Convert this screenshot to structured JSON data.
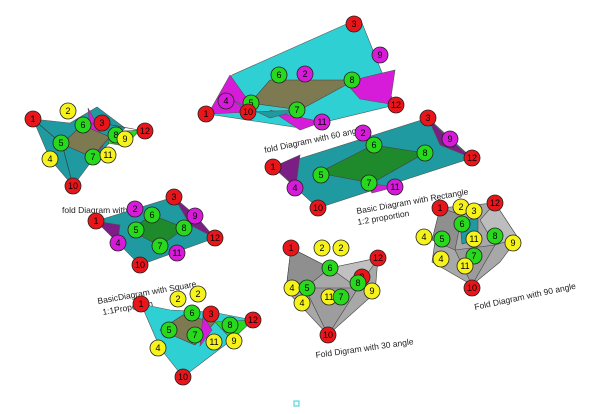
{
  "colors": {
    "red": "#e8161b",
    "yellow": "#f6f21c",
    "green": "#27d81d",
    "magenta": "#d61cd9",
    "cyan": "#2fd0d4",
    "teal": "#1f9aa0",
    "darkgreen": "#1f8a2c",
    "olive": "#7d7a52",
    "grey": "#a8a8a8",
    "darkgrey": "#777777",
    "purple": "#7b1f86"
  },
  "figures": [
    {
      "id": "fold-60-small",
      "caption": [
        "fold Diagram with 60 angle"
      ],
      "nodes": [
        {
          "label": "1",
          "fill": "red"
        },
        {
          "label": "2",
          "fill": "yellow"
        },
        {
          "label": "6",
          "fill": "green"
        },
        {
          "label": "3",
          "fill": "red"
        },
        {
          "label": "5",
          "fill": "green"
        },
        {
          "label": "8",
          "fill": "green"
        },
        {
          "label": "9",
          "fill": "yellow"
        },
        {
          "label": "12",
          "fill": "red"
        },
        {
          "label": "4",
          "fill": "yellow"
        },
        {
          "label": "7",
          "fill": "green"
        },
        {
          "label": "11",
          "fill": "yellow"
        },
        {
          "label": "10",
          "fill": "red"
        }
      ]
    },
    {
      "id": "fold-60-large",
      "caption": [
        "fold Diagram with 60 angle"
      ],
      "nodes": [
        {
          "label": "3",
          "fill": "red"
        },
        {
          "label": "9",
          "fill": "magenta"
        },
        {
          "label": "6",
          "fill": "green"
        },
        {
          "label": "2",
          "fill": "magenta"
        },
        {
          "label": "8",
          "fill": "green"
        },
        {
          "label": "4",
          "fill": "magenta"
        },
        {
          "label": "5",
          "fill": "green"
        },
        {
          "label": "1",
          "fill": "red"
        },
        {
          "label": "7",
          "fill": "green"
        },
        {
          "label": "12",
          "fill": "red"
        },
        {
          "label": "11",
          "fill": "magenta"
        },
        {
          "label": "10",
          "fill": "red"
        }
      ]
    },
    {
      "id": "basic-rectangle",
      "caption": [
        "Basic Diagram with Rectangle",
        "1:2  proportion"
      ],
      "nodes": [
        {
          "label": "3",
          "fill": "red"
        },
        {
          "label": "9",
          "fill": "magenta"
        },
        {
          "label": "2",
          "fill": "magenta"
        },
        {
          "label": "6",
          "fill": "green"
        },
        {
          "label": "8",
          "fill": "green"
        },
        {
          "label": "12",
          "fill": "red"
        },
        {
          "label": "1",
          "fill": "red"
        },
        {
          "label": "5",
          "fill": "green"
        },
        {
          "label": "4",
          "fill": "magenta"
        },
        {
          "label": "7",
          "fill": "green"
        },
        {
          "label": "11",
          "fill": "magenta"
        },
        {
          "label": "10",
          "fill": "red"
        }
      ]
    },
    {
      "id": "basic-square",
      "caption": [
        "BasicDiagram with Square",
        "1:1Proportion"
      ],
      "nodes": [
        {
          "label": "3",
          "fill": "red"
        },
        {
          "label": "2",
          "fill": "magenta"
        },
        {
          "label": "6",
          "fill": "green"
        },
        {
          "label": "1",
          "fill": "red"
        },
        {
          "label": "9",
          "fill": "magenta"
        },
        {
          "label": "5",
          "fill": "green"
        },
        {
          "label": "8",
          "fill": "green"
        },
        {
          "label": "4",
          "fill": "magenta"
        },
        {
          "label": "7",
          "fill": "green"
        },
        {
          "label": "12",
          "fill": "red"
        },
        {
          "label": "11",
          "fill": "magenta"
        },
        {
          "label": "10",
          "fill": "red"
        }
      ]
    },
    {
      "id": "fold-30",
      "caption": [
        "Fold Digram with 30 angle"
      ],
      "nodes": [
        {
          "label": "1",
          "fill": "red"
        },
        {
          "label": "2",
          "fill": "yellow"
        },
        {
          "label": "2",
          "fill": "yellow"
        },
        {
          "label": "6",
          "fill": "green"
        },
        {
          "label": "12",
          "fill": "red"
        },
        {
          "label": "3",
          "fill": "red"
        },
        {
          "label": "4",
          "fill": "yellow"
        },
        {
          "label": "5",
          "fill": "green"
        },
        {
          "label": "8",
          "fill": "green"
        },
        {
          "label": "9",
          "fill": "yellow"
        },
        {
          "label": "4",
          "fill": "yellow"
        },
        {
          "label": "11",
          "fill": "yellow"
        },
        {
          "label": "7",
          "fill": "green"
        },
        {
          "label": "10",
          "fill": "red"
        }
      ]
    },
    {
      "id": "fold-90",
      "caption": [
        "Fold Diagram with 90 angle"
      ],
      "nodes": [
        {
          "label": "1",
          "fill": "red"
        },
        {
          "label": "2",
          "fill": "yellow"
        },
        {
          "label": "3",
          "fill": "yellow"
        },
        {
          "label": "12",
          "fill": "red"
        },
        {
          "label": "6",
          "fill": "green"
        },
        {
          "label": "4",
          "fill": "yellow"
        },
        {
          "label": "5",
          "fill": "green"
        },
        {
          "label": "11",
          "fill": "yellow"
        },
        {
          "label": "8",
          "fill": "green"
        },
        {
          "label": "9",
          "fill": "yellow"
        },
        {
          "label": "4",
          "fill": "yellow"
        },
        {
          "label": "7",
          "fill": "green"
        },
        {
          "label": "11",
          "fill": "yellow"
        },
        {
          "label": "10",
          "fill": "red"
        }
      ]
    },
    {
      "id": "fold-bottom",
      "caption": [],
      "nodes": [
        {
          "label": "1",
          "fill": "red"
        },
        {
          "label": "2",
          "fill": "yellow"
        },
        {
          "label": "2",
          "fill": "yellow"
        },
        {
          "label": "6",
          "fill": "green"
        },
        {
          "label": "3",
          "fill": "red"
        },
        {
          "label": "8",
          "fill": "green"
        },
        {
          "label": "12",
          "fill": "red"
        },
        {
          "label": "5",
          "fill": "green"
        },
        {
          "label": "11",
          "fill": "yellow"
        },
        {
          "label": "9",
          "fill": "yellow"
        },
        {
          "label": "4",
          "fill": "yellow"
        },
        {
          "label": "7",
          "fill": "green"
        },
        {
          "label": "10",
          "fill": "red"
        }
      ]
    }
  ]
}
